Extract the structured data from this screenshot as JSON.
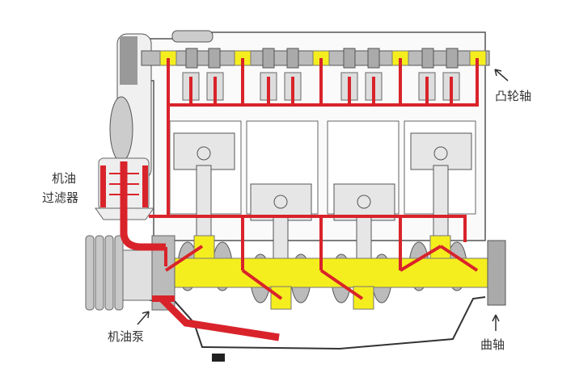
{
  "diagram": {
    "labels": {
      "camshaft": "凸轮轴",
      "oil_filter_line1": "机油",
      "oil_filter_line2": "过滤器",
      "oil_pump": "机油泵",
      "crankshaft": "曲轴"
    },
    "colors": {
      "oil": "#d9232a",
      "bearing": "#f5ee1e",
      "metal": "#c8c8c8",
      "outline": "#555555"
    }
  }
}
